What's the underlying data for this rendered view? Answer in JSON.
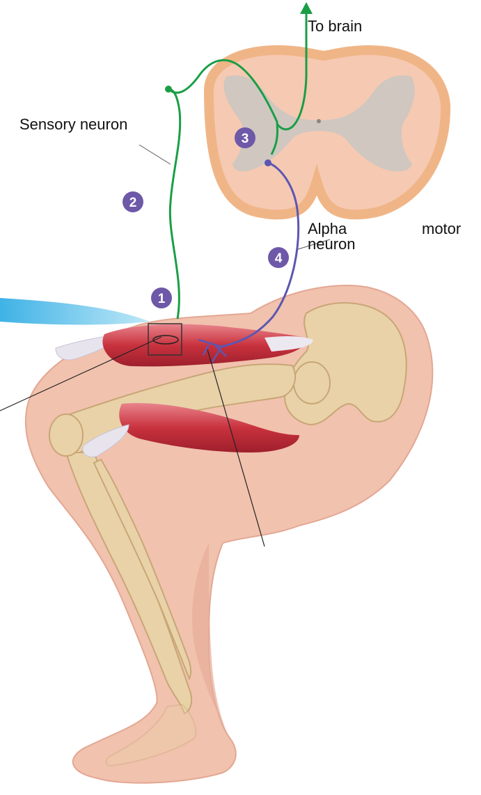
{
  "labels": {
    "to_brain": "To brain",
    "sensory_neuron": "Sensory neuron",
    "alpha": "Alpha",
    "motor": "motor",
    "neuron": "neuron"
  },
  "steps": [
    "1",
    "2",
    "3",
    "4"
  ],
  "colors": {
    "sensory": "#1a9e45",
    "motor": "#5c56b2",
    "step_badge": "#6e58a8",
    "spinal_white": "#f6c9b2",
    "spinal_gray": "#cfc7c0",
    "skin": "#f1c2ae",
    "bone": "#e9d2a8",
    "muscle": "#c8323e",
    "stimulus": "#6ac6ec"
  }
}
